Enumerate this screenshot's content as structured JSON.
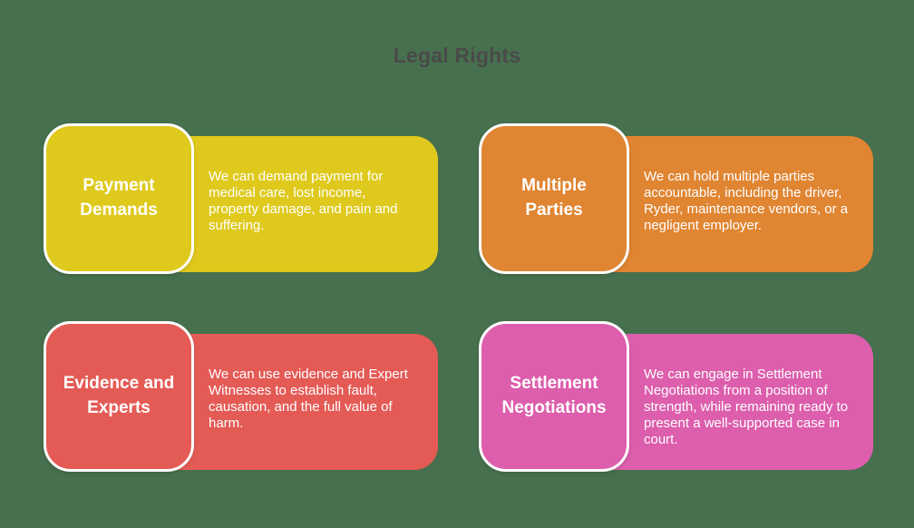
{
  "title": "Legal Rights",
  "colors": {
    "background": "#47704E",
    "title_text": "#4A4A4A",
    "card_text": "#FFFFFF",
    "yellow": "#DFC91D",
    "orange": "#E08532",
    "red": "#E45B56",
    "pink": "#DC5EAC"
  },
  "cards": [
    {
      "title": "Payment Demands",
      "description": "We can demand payment for medical care, lost income, property damage, and pain and suffering.",
      "color": "#DFC91D"
    },
    {
      "title": "Multiple Parties",
      "description": "We can hold multiple parties accountable, including the driver, Ryder, maintenance vendors, or a negligent employer.",
      "color": "#E08532"
    },
    {
      "title": "Evidence and Experts",
      "description": "We can use evidence and Expert Witnesses to establish fault, causation, and the full value of harm.",
      "color": "#E45B56"
    },
    {
      "title": "Settlement Negotiations",
      "description": "We can engage in Settlement Negotiations from a position of strength, while remaining ready to present a well-supported case in court.",
      "color": "#DC5EAC"
    }
  ]
}
